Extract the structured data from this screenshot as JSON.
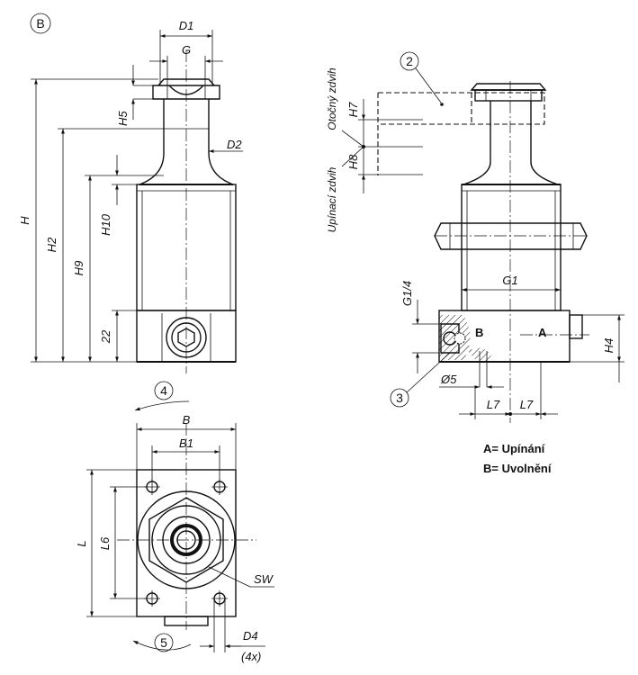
{
  "view_marker": "B",
  "callouts": {
    "c2": "2",
    "c3": "3",
    "c4": "4",
    "c5": "5"
  },
  "dims": {
    "D1": "D1",
    "G": "G",
    "H5": "H5",
    "D2": "D2",
    "H10": "H10",
    "H": "H",
    "H2": "H2",
    "H9": "H9",
    "d22": "22",
    "H7": "H7",
    "H8": "H8",
    "G1": "G1",
    "G14": "G1/4",
    "H4": "H4",
    "O5": "Ø5",
    "L7a": "L7",
    "L7b": "L7",
    "B": "B",
    "B1": "B1",
    "L": "L",
    "L6": "L6",
    "SW": "SW",
    "D4": "D4",
    "x4": "(4x)"
  },
  "labels": {
    "rot_stroke": "Otočný zdvih",
    "clamp_stroke": "Upínací zdvih",
    "port_a": "A",
    "port_b": "B"
  },
  "legend": {
    "a": "A= Upínání",
    "b": "B= Uvolnění"
  }
}
